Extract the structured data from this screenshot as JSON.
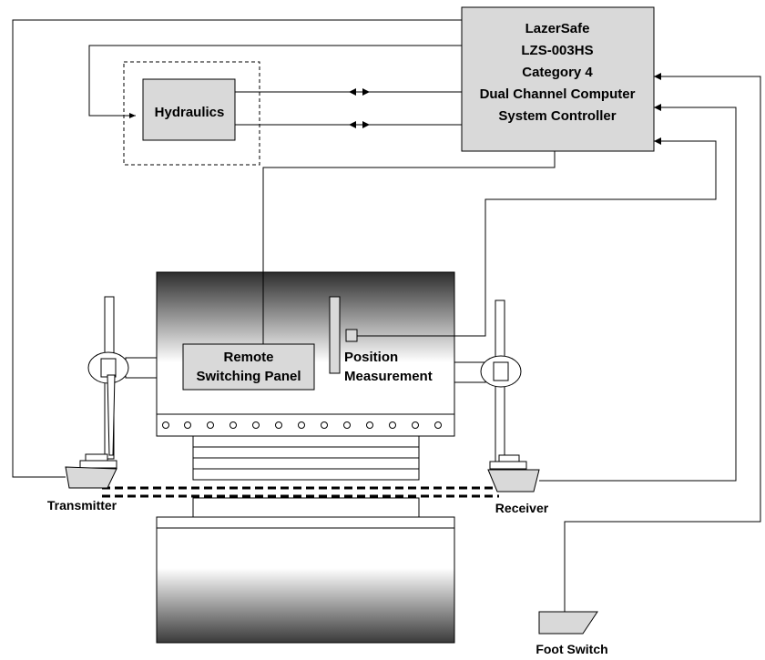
{
  "controller": {
    "lines": [
      "LazerSafe",
      "LZS-003HS",
      "Category 4",
      "Dual Channel Computer",
      "System Controller"
    ]
  },
  "hydraulics": {
    "label": "Hydraulics"
  },
  "remote_panel": {
    "lines": [
      "Remote",
      "Switching Panel"
    ]
  },
  "position": {
    "lines": [
      "Position",
      "Measurement"
    ]
  },
  "transmitter": {
    "label": "Transmitter"
  },
  "receiver": {
    "label": "Receiver"
  },
  "foot_switch": {
    "label": "Foot Switch"
  },
  "colors": {
    "box_fill": "#d9d9d9",
    "line": "#000000",
    "press_dark": "#3a3a3a"
  }
}
